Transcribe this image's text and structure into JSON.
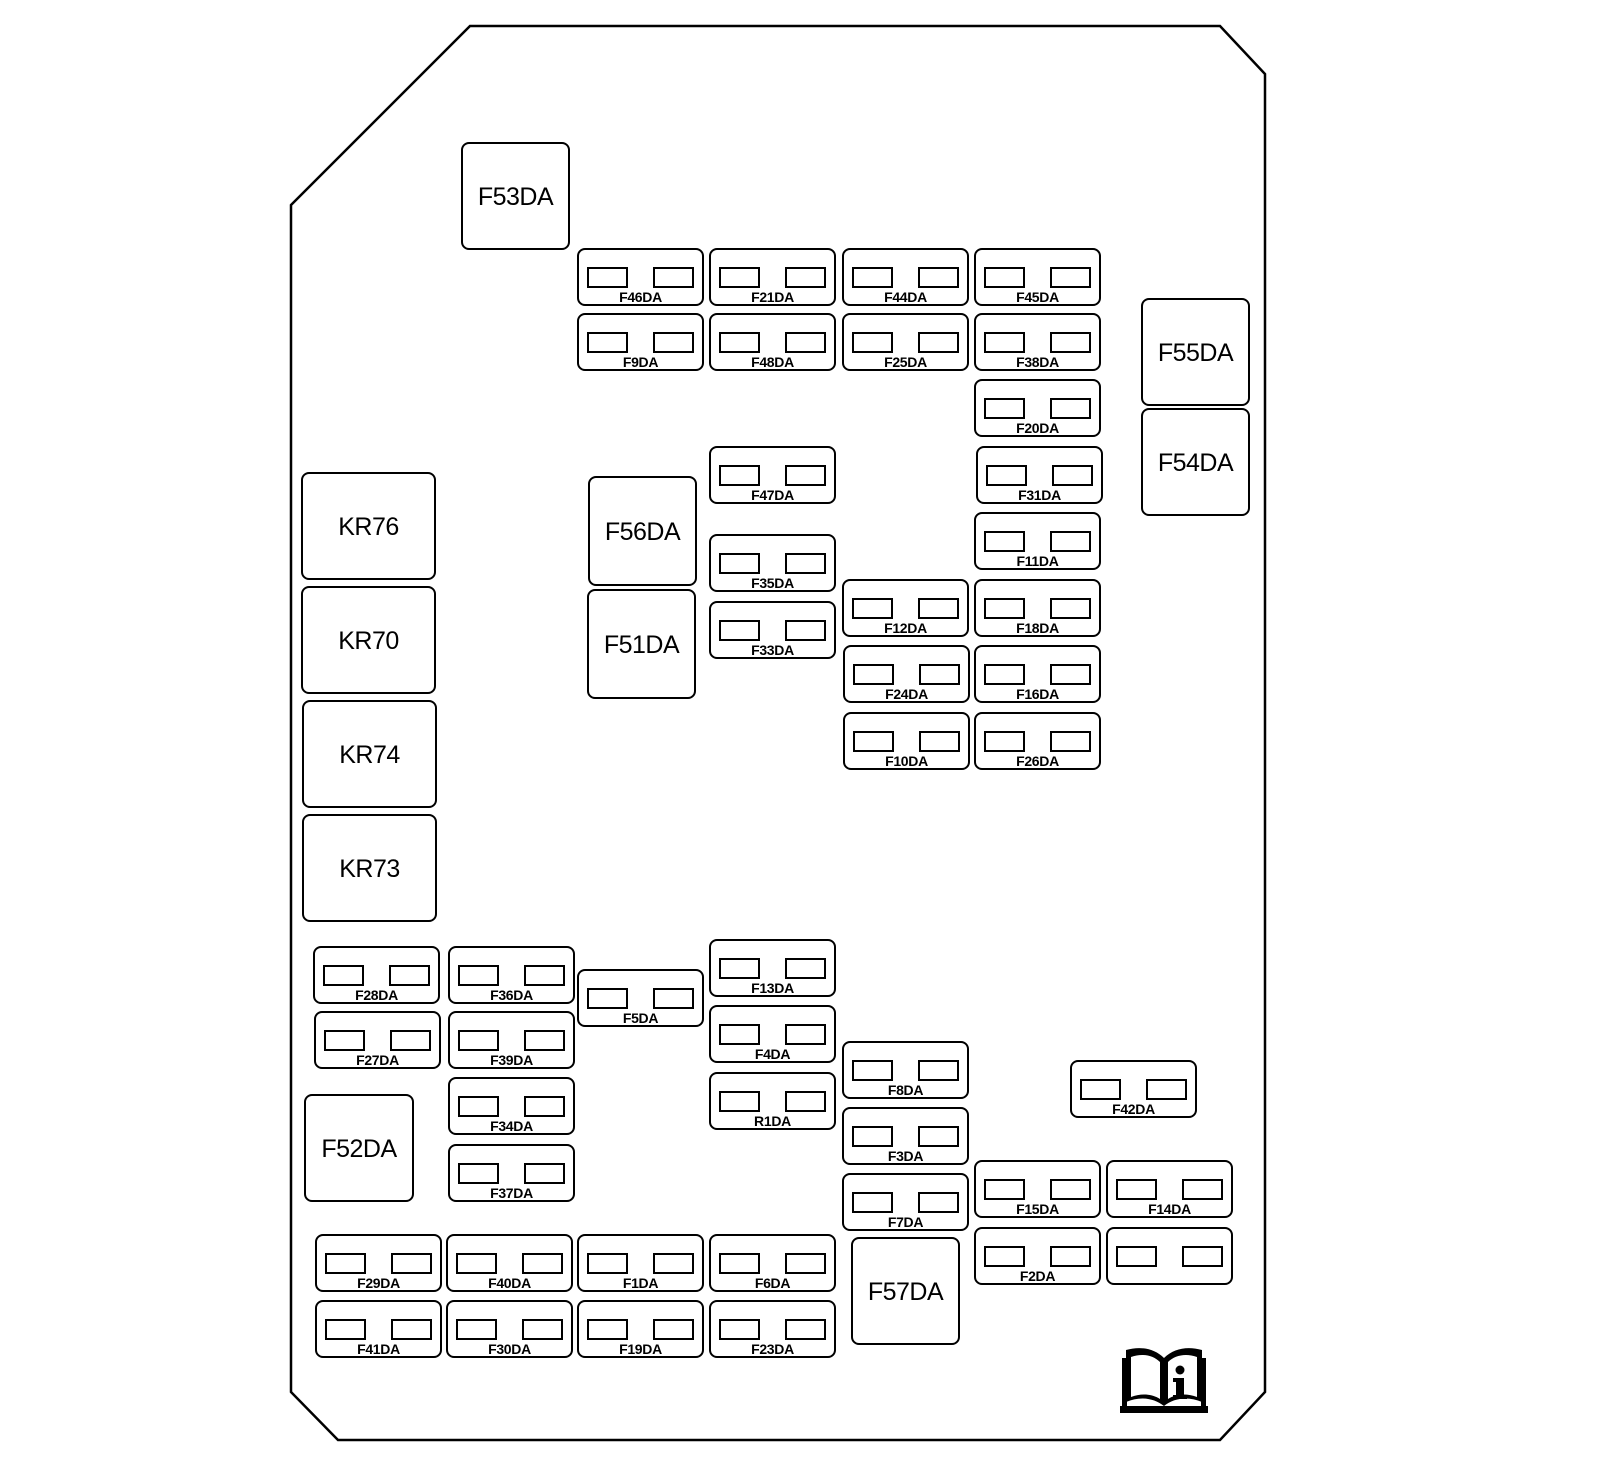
{
  "large_fuses": [
    {
      "id": "f53da",
      "label": "F53DA"
    },
    {
      "id": "f55da",
      "label": "F55DA"
    },
    {
      "id": "f54da",
      "label": "F54DA"
    },
    {
      "id": "f56da",
      "label": "F56DA"
    },
    {
      "id": "f51da",
      "label": "F51DA"
    },
    {
      "id": "f52da",
      "label": "F52DA"
    },
    {
      "id": "f57da",
      "label": "F57DA"
    }
  ],
  "relays": [
    {
      "id": "kr76",
      "label": "KR76"
    },
    {
      "id": "kr70",
      "label": "KR70"
    },
    {
      "id": "kr74",
      "label": "KR74"
    },
    {
      "id": "kr73",
      "label": "KR73"
    }
  ],
  "mini_fuses": [
    {
      "id": "f46da",
      "label": "F46DA"
    },
    {
      "id": "f21da",
      "label": "F21DA"
    },
    {
      "id": "f44da",
      "label": "F44DA"
    },
    {
      "id": "f45da",
      "label": "F45DA"
    },
    {
      "id": "f9da",
      "label": "F9DA"
    },
    {
      "id": "f48da",
      "label": "F48DA"
    },
    {
      "id": "f25da",
      "label": "F25DA"
    },
    {
      "id": "f38da",
      "label": "F38DA"
    },
    {
      "id": "f20da",
      "label": "F20DA"
    },
    {
      "id": "f47da",
      "label": "F47DA"
    },
    {
      "id": "f31da",
      "label": "F31DA"
    },
    {
      "id": "f11da",
      "label": "F11DA"
    },
    {
      "id": "f35da",
      "label": "F35DA"
    },
    {
      "id": "f33da",
      "label": "F33DA"
    },
    {
      "id": "f12da",
      "label": "F12DA"
    },
    {
      "id": "f18da",
      "label": "F18DA"
    },
    {
      "id": "f24da",
      "label": "F24DA"
    },
    {
      "id": "f16da",
      "label": "F16DA"
    },
    {
      "id": "f10da",
      "label": "F10DA"
    },
    {
      "id": "f26da",
      "label": "F26DA"
    },
    {
      "id": "f28da",
      "label": "F28DA"
    },
    {
      "id": "f36da",
      "label": "F36DA"
    },
    {
      "id": "f5da",
      "label": "F5DA"
    },
    {
      "id": "f13da",
      "label": "F13DA"
    },
    {
      "id": "f27da",
      "label": "F27DA"
    },
    {
      "id": "f39da",
      "label": "F39DA"
    },
    {
      "id": "f4da",
      "label": "F4DA"
    },
    {
      "id": "f8da",
      "label": "F8DA"
    },
    {
      "id": "f42da",
      "label": "F42DA"
    },
    {
      "id": "f34da",
      "label": "F34DA"
    },
    {
      "id": "r1da",
      "label": "R1DA"
    },
    {
      "id": "f3da",
      "label": "F3DA"
    },
    {
      "id": "f37da",
      "label": "F37DA"
    },
    {
      "id": "f7da",
      "label": "F7DA"
    },
    {
      "id": "f15da",
      "label": "F15DA"
    },
    {
      "id": "f14da",
      "label": "F14DA"
    },
    {
      "id": "f29da",
      "label": "F29DA"
    },
    {
      "id": "f40da",
      "label": "F40DA"
    },
    {
      "id": "f1da",
      "label": "F1DA"
    },
    {
      "id": "f6da",
      "label": "F6DA"
    },
    {
      "id": "f2da",
      "label": "F2DA"
    },
    {
      "id": "unlabeled",
      "label": ""
    },
    {
      "id": "f41da",
      "label": "F41DA"
    },
    {
      "id": "f30da",
      "label": "F30DA"
    },
    {
      "id": "f19da",
      "label": "F19DA"
    },
    {
      "id": "f23da",
      "label": "F23DA"
    }
  ],
  "icons": {
    "manual_info": "manual-info-icon"
  }
}
